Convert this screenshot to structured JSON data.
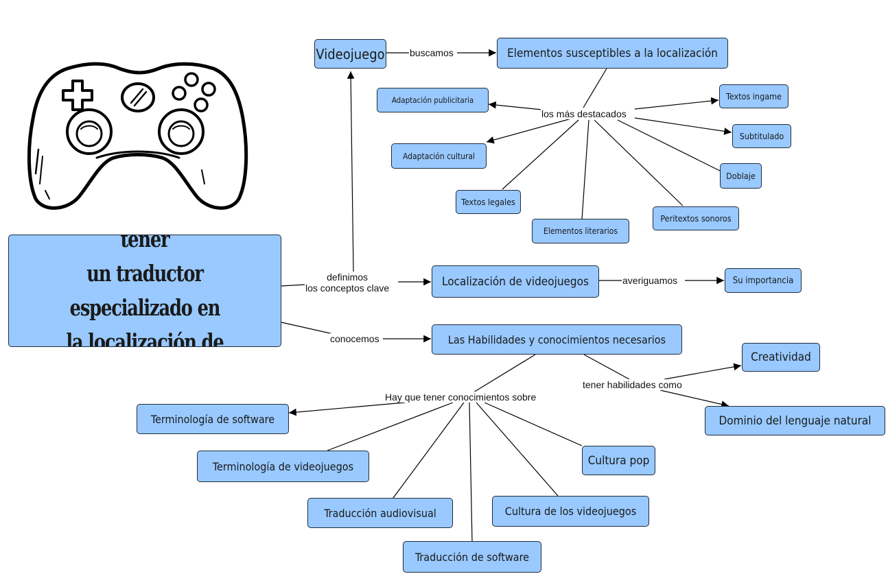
{
  "central": {
    "text": "¿Qué habilidades debe tener\nun traductor especializado en\nla localización de videojuegos?"
  },
  "nodes": {
    "videojuego": "Videojuego",
    "elementos": "Elementos susceptibles a la localización",
    "adaptacion_publicitaria": "Adaptación publicitaria",
    "adaptacion_cultural": "Adaptación cultural",
    "textos_ingame": "Textos ingame",
    "subtitulado": "Subtitulado",
    "doblaje": "Doblaje",
    "textos_legales": "Textos legales",
    "elementos_literarios": "Elementos literarios",
    "peritextos_sonoros": "Peritextos sonoros",
    "localizacion": "Localización de videojuegos",
    "su_importancia": "Su importancia",
    "habilidades": "Las Habilidades y conocimientos necesarios",
    "creatividad": "Creatividad",
    "dominio": "Dominio del lenguaje natural",
    "terminologia_software": "Terminología de software",
    "terminologia_videojuegos": "Terminología de videojuegos",
    "traduccion_audiovisual": "Traducción audiovisual",
    "traduccion_software": "Traducción de software",
    "cultura_videojuegos": "Cultura de los videojuegos",
    "cultura_pop": "Cultura pop"
  },
  "labels": {
    "buscamos": "buscamos",
    "mas_destacados": "los más destacados",
    "definimos": "definimos\nlos conceptos clave",
    "averiguamos": "averiguamos",
    "conocemos": "conocemos",
    "tener_habilidades": "tener habilidades como",
    "hay_que": "Hay que tener conocimientos sobre"
  },
  "colors": {
    "node_fill": "#99c9ff",
    "node_border": "#1e2b3b",
    "line": "#000000"
  },
  "icons": {
    "illustration": "game-controller-icon"
  }
}
